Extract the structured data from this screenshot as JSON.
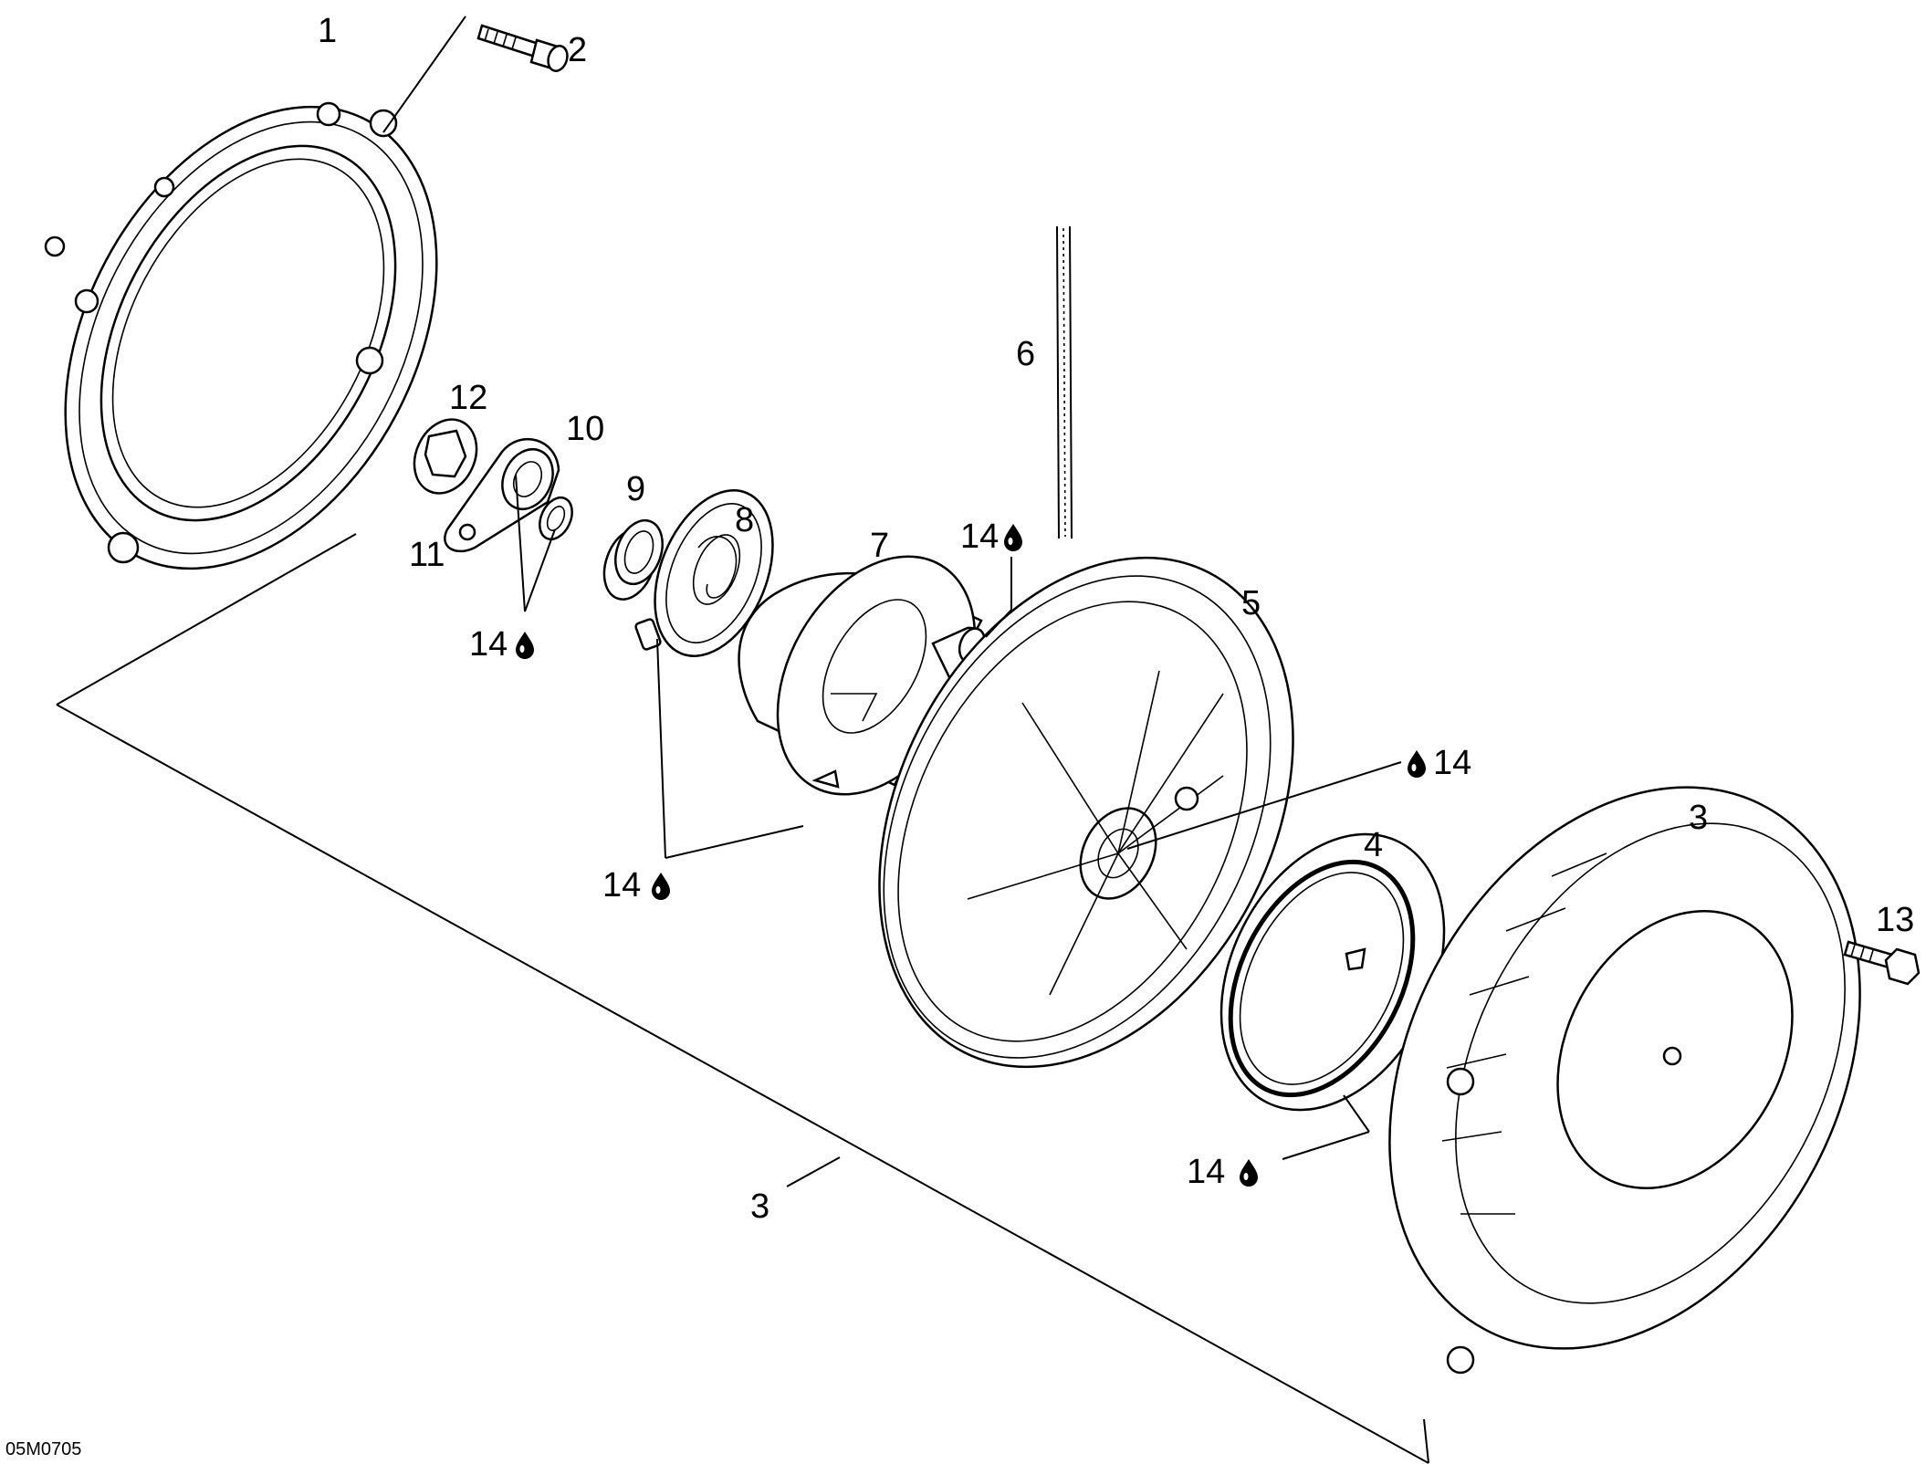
{
  "drawing_code": "05M0705",
  "callouts": {
    "c1": "1",
    "c2": "2",
    "c3_bottom": "3",
    "c3_right": "3",
    "c4": "4",
    "c5": "5",
    "c6": "6",
    "c7": "7",
    "c8": "8",
    "c9": "9",
    "c10": "10",
    "c11": "11",
    "c12": "12",
    "c13": "13",
    "c14_a": "14",
    "c14_b": "14",
    "c14_c": "14",
    "c14_d": "14",
    "c14_e": "14"
  },
  "icons": {
    "lubricant": "oil-drop-icon"
  }
}
